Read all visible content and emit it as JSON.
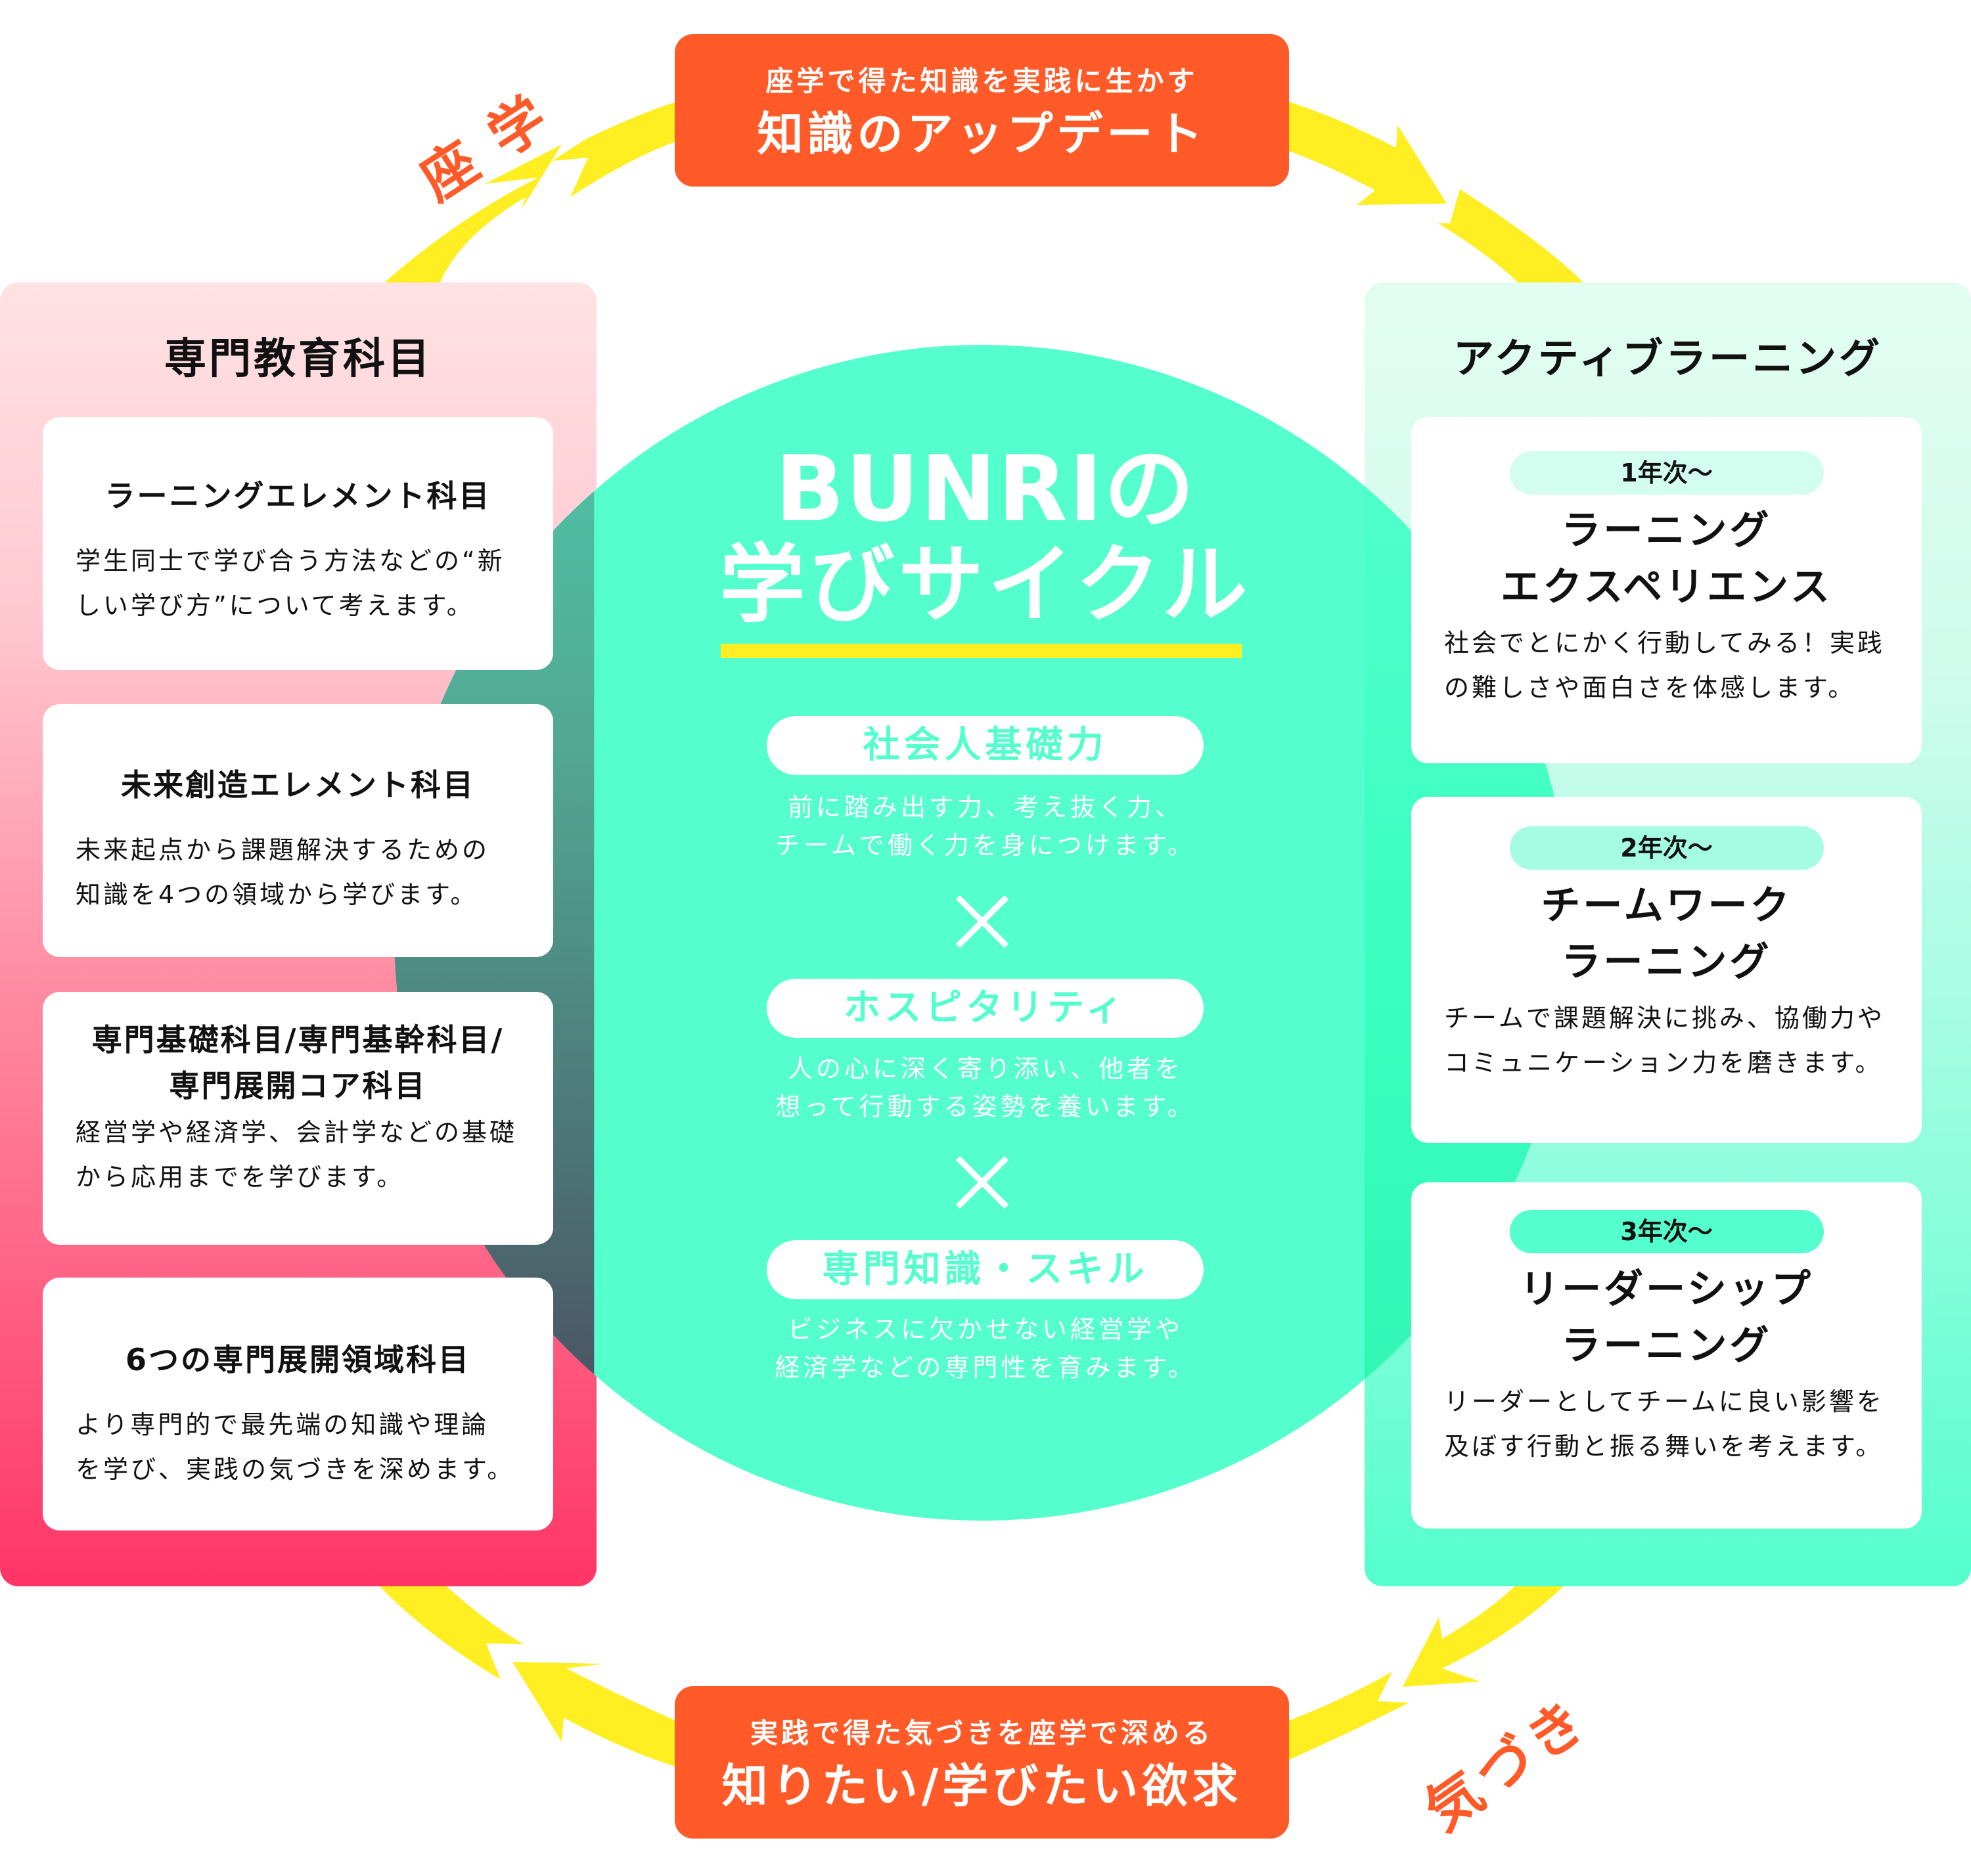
{
  "title": {
    "line1": "BUNRIの",
    "line2": "学びサイクル"
  },
  "colors": {
    "orange": "#ff5a28",
    "yellow": "#ffee22",
    "mint": "#55ffcd",
    "pink": "#ff3566"
  },
  "top_box": {
    "subtitle": "座学で得た知識を実践に生かす",
    "title": "知識のアップデート"
  },
  "bottom_box": {
    "subtitle": "実践で得た気づきを座学で深める",
    "title": "知りたい/学びたい欲求"
  },
  "labels": {
    "top_left": "座学",
    "bottom_right": "気づき"
  },
  "left_panel": {
    "title": "専門教育科目",
    "cards": [
      {
        "title": "ラーニングエレメント科目",
        "desc_lines": [
          "学生同士で学び合う方法などの“新",
          "しい学び方”について考えます。"
        ]
      },
      {
        "title": "未来創造エレメント科目",
        "desc_lines": [
          "未来起点から課題解決するための",
          "知識を4つの領域から学びます。"
        ]
      },
      {
        "title_lines": [
          "専門基礎科目/専門基幹科目/",
          "専門展開コア科目"
        ],
        "desc_lines": [
          "経営学や経済学、会計学などの基礎",
          "から応用までを学びます。"
        ]
      },
      {
        "title": "6つの専門展開領域科目",
        "desc_lines": [
          "より専門的で最先端の知識や理論",
          "を学び、実践の気づきを深めます。"
        ]
      }
    ]
  },
  "center": {
    "items": [
      {
        "label": "社会人基礎力",
        "desc_lines": [
          "前に踏み出す力、考え抜く力、",
          "チームで働く力を身につけます。"
        ]
      },
      {
        "label": "ホスピタリティ",
        "desc_lines": [
          "人の心に深く寄り添い、他者を",
          "想って行動する姿勢を養います。"
        ]
      },
      {
        "label": "専門知識・スキル",
        "desc_lines": [
          "ビジネスに欠かせない経営学や",
          "経済学などの専門性を育みます。"
        ]
      }
    ],
    "separator": "×"
  },
  "right_panel": {
    "title": "アクティブラーニング",
    "cards": [
      {
        "year": "1年次〜",
        "year_color": "#d3fdef",
        "title_lines": [
          "ラーニング",
          "エクスペリエンス"
        ],
        "desc_lines": [
          "社会でとにかく行動してみる！実践",
          "の難しさや面白さを体感します。"
        ]
      },
      {
        "year": "2年次〜",
        "year_color": "#a5fde1",
        "title_lines": [
          "チームワーク",
          "ラーニング"
        ],
        "desc_lines": [
          "チームで課題解決に挑み、協働力や",
          "コミュニケーション力を磨きます。"
        ]
      },
      {
        "year": "3年次〜",
        "year_color": "#55ffcd",
        "title_lines": [
          "リーダーシップ",
          "ラーニング"
        ],
        "desc_lines": [
          "リーダーとしてチームに良い影響を",
          "及ぼす行動と振る舞いを考えます。"
        ]
      }
    ]
  }
}
